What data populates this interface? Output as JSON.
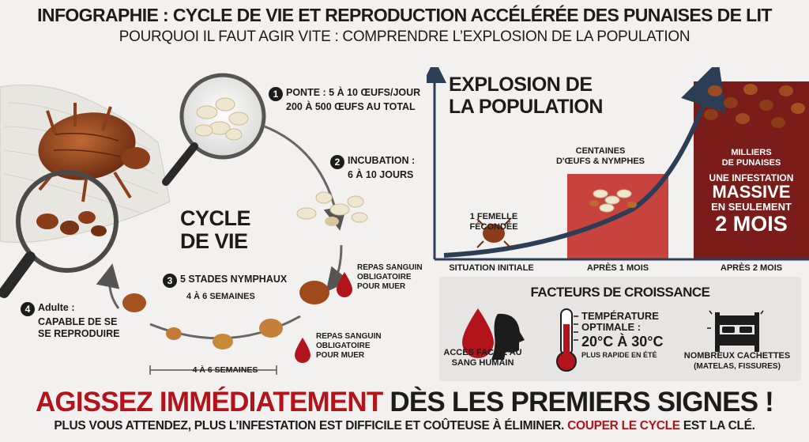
{
  "header": {
    "title": "INFOGRAPHIE : CYCLE DE VIE ET REPRODUCTION ACCÉLÉRÉE DES PUNAISES DE LIT",
    "subtitle": "POURQUOI IL FAUT AGIR VITE : COMPRENDRE L’EXPLOSION DE LA POPULATION"
  },
  "cycle": {
    "title_line1": "CYCLE",
    "title_line2": "DE VIE",
    "steps": [
      {
        "num": "1",
        "line1": "PONTE : 5 À 10 ŒUFS/JOUR",
        "line2": "200 À 500 ŒUFS AU TOTAL"
      },
      {
        "num": "2",
        "line1": "INCUBATION :",
        "line2": "6 À 10 JOURS"
      },
      {
        "num": "3",
        "line1": "5 STADES NYMPHAUX",
        "line2": "4 À 6 SEMAINES"
      },
      {
        "num": "4",
        "line1": "Adulte :",
        "line2": "CAPABLE DE SE",
        "line3": "SE REPRODUIRE"
      }
    ],
    "blood_meal_1": {
      "line1": "REPAS SANGUIN",
      "line2": "OBLIGATOIRE",
      "line3": "POUR MUER"
    },
    "blood_meal_2": {
      "line1": "REPAS SANGUIN",
      "line2": "OBLIGATOIRE",
      "line3": "POUR MUER"
    },
    "duration": "4 À 6 SEMAINES"
  },
  "population": {
    "title_line1": "EXPLOSION DE",
    "title_line2": "LA POPULATION",
    "stage1": {
      "line1": "1 FEMELLE",
      "line2": "FÉCONDÉE",
      "axis": "SITUATION INITIALE"
    },
    "stage2": {
      "line1": "CENTAINES",
      "line2": "D'ŒUFS & NYMPHES",
      "axis": "APRÈS 1 MOIS"
    },
    "stage3": {
      "line1": "MILLIERS",
      "line2": "DE PUNAISES",
      "line3": "UNE INFESTATION",
      "line4": "MASSIVE",
      "line5": "EN SEULEMENT",
      "line6": "2 MOIS",
      "axis": "APRÈS 2 MOIS"
    },
    "colors": {
      "bar_light": "#c9433e",
      "bar_dark": "#7a1c1a",
      "curve": "#2c3e55"
    }
  },
  "factors": {
    "title": "FACTEURS DE CROISSANCE",
    "items": [
      {
        "icon": "blood-drop-head-icon",
        "line1": "ACCÈS FACILE AU",
        "line2": "SANG HUMAIN"
      },
      {
        "icon": "thermometer-icon",
        "line1": "TEMPÉRATURE",
        "line2": "OPTIMALE :",
        "line3": "20°C À 30°C",
        "line4": "PLUS RAPIDE EN ÉTÉ"
      },
      {
        "icon": "bed-icon",
        "line1": "NOMBREUX CACHETTES",
        "line2": "(MATELAS, FISSURES)"
      }
    ]
  },
  "cta": {
    "red_part": "AGISSEZ IMMÉDIATEMENT",
    "black_part": " DÈS LES PREMIERS SIGNES !",
    "sub_black": "PLUS VOUS ATTENDEZ, PLUS L’INFESTATION EST DIFFICILE ET COÛTEUSE À ÉLIMINER. ",
    "sub_red": "COUPER LE CYCLE",
    "sub_end": " EST LA CLÉ."
  }
}
